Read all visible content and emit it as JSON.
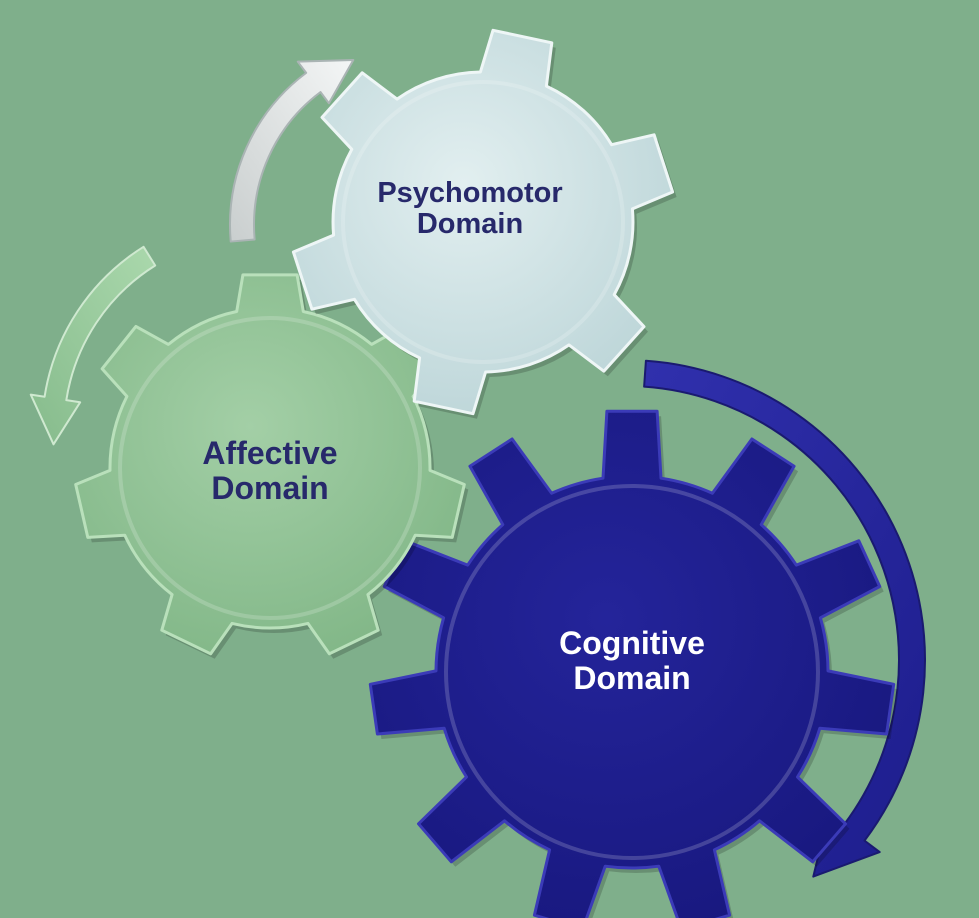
{
  "gears": {
    "psychomotor": {
      "line1": "Psychomotor",
      "line2": "Domain",
      "fill": "#cde4e6",
      "text_color": "#27296b"
    },
    "affective": {
      "line1": "Affective",
      "line2": "Domain",
      "fill": "#96c59a",
      "text_color": "#27296b"
    },
    "cognitive": {
      "line1": "Cognitive",
      "line2": "Domain",
      "fill": "#20208f",
      "text_color": "#ffffff"
    }
  },
  "arrows": {
    "white_arrow_color": "#e2e6e6",
    "green_arrow_color": "#9ac99c",
    "blue_arrow_color": "#2929a0"
  },
  "background_color": "#7faf8b"
}
